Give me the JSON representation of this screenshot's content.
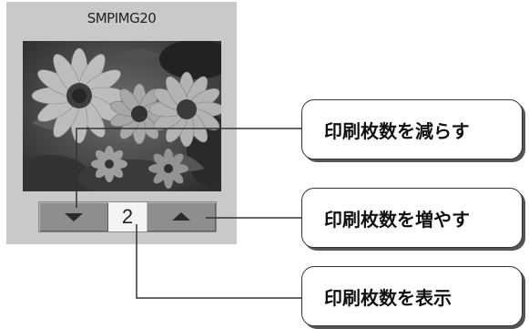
{
  "thumbnail": {
    "filename": "SMPIMG20"
  },
  "copies": {
    "count": "2",
    "decrease_icon": "triangle-down-icon",
    "increase_icon": "triangle-up-icon"
  },
  "callouts": {
    "decrease": "印刷枚数を減らす",
    "increase": "印刷枚数を増やす",
    "display": "印刷枚数を表示"
  },
  "colors": {
    "panel_bg": "#c9c9c9",
    "button_bg": "#8e8e8e",
    "counter_bg": "#f4f4f4",
    "leader_line": "#333333"
  }
}
